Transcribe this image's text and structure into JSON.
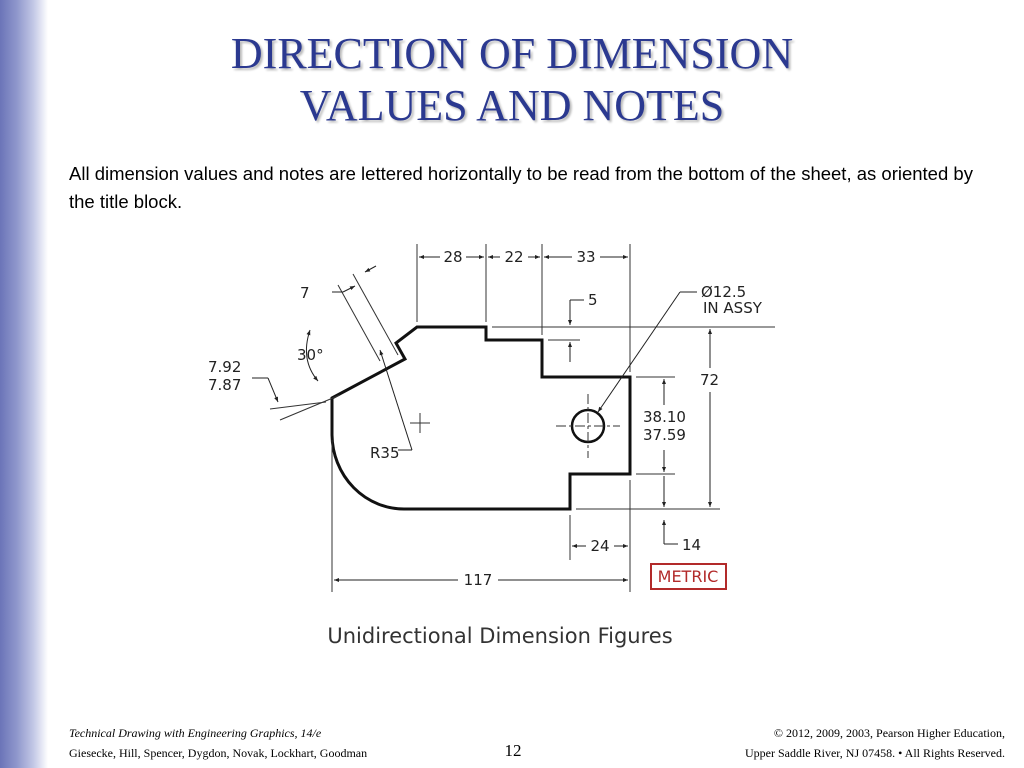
{
  "slide": {
    "title_line1": "DIRECTION OF DIMENSION",
    "title_line2": "VALUES AND NOTES",
    "body": "All dimension values and notes are lettered horizontally to be read from the bottom of the sheet, as oriented by the title block.",
    "page_number": "12"
  },
  "figure": {
    "caption": "Unidirectional Dimension Figures",
    "badge": "METRIC",
    "dims": {
      "d28": "28",
      "d22": "22",
      "d33": "33",
      "d7": "7",
      "d5": "5",
      "d72": "72",
      "d30": "30°",
      "d792": "7.92",
      "d787": "7.87",
      "d3810": "38.10",
      "d3759": "37.59",
      "r35": "R35",
      "d24": "24",
      "d14": "14",
      "d117": "117",
      "hole_dia": "Ø12.5",
      "hole_note": "IN ASSY"
    }
  },
  "footer": {
    "book": "Technical Drawing with Engineering Graphics, 14/e",
    "authors": "Giesecke, Hill, Spencer, Dygdon, Novak, Lockhart, Goodman",
    "copyright": "© 2012, 2009, 2003, Pearson Higher Education,",
    "rights": "Upper Saddle River, NJ 07458. • All Rights Reserved."
  },
  "colors": {
    "title": "#2b3990",
    "badge": "#b22a2a",
    "sidebar": "#6b74b8"
  }
}
